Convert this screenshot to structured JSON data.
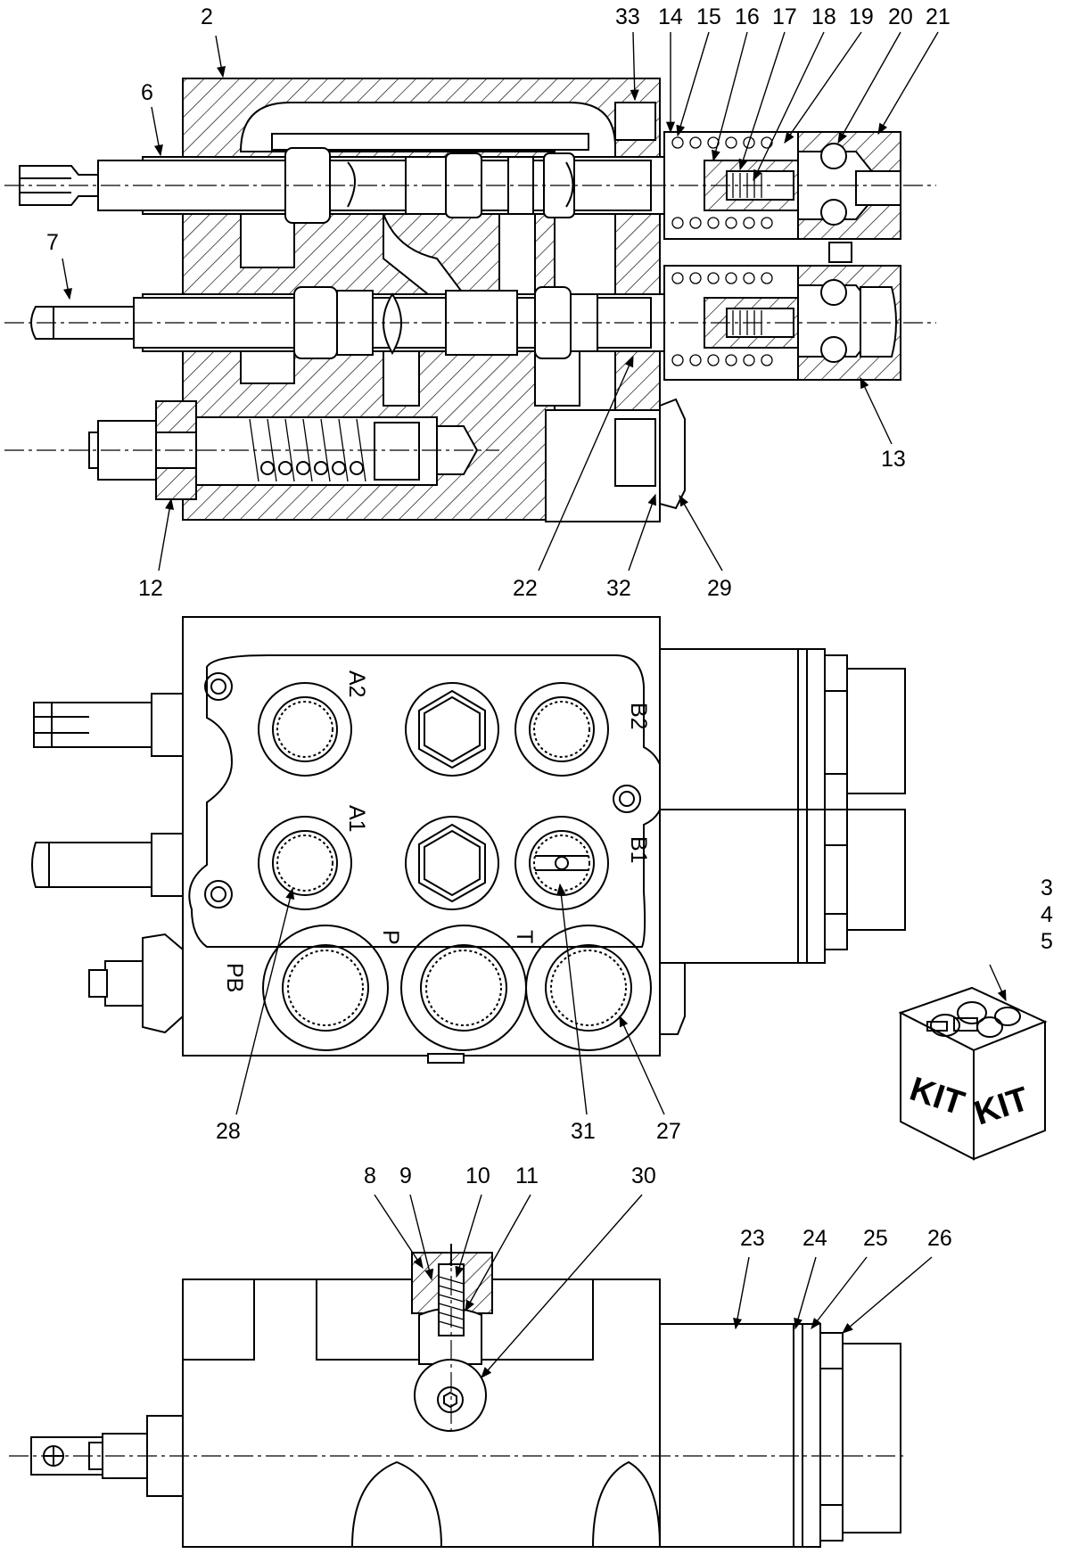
{
  "callouts": {
    "c2": "2",
    "c3": "3",
    "c4": "4",
    "c5": "5",
    "c6": "6",
    "c7": "7",
    "c8": "8",
    "c9": "9",
    "c10": "10",
    "c11": "11",
    "c12": "12",
    "c13": "13",
    "c14": "14",
    "c15": "15",
    "c16": "16",
    "c17": "17",
    "c18": "18",
    "c19": "19",
    "c20": "20",
    "c21": "21",
    "c22": "22",
    "c23": "23",
    "c24": "24",
    "c25": "25",
    "c26": "26",
    "c27": "27",
    "c28": "28",
    "c29": "29",
    "c30": "30",
    "c31": "31",
    "c32": "32",
    "c33": "33"
  },
  "ports": {
    "a2": "A2",
    "b2": "B2",
    "a1": "A1",
    "b1": "B1",
    "p": "P",
    "t": "T",
    "pb": "PB"
  },
  "kit": {
    "left": "KIT",
    "right": "KIT"
  }
}
